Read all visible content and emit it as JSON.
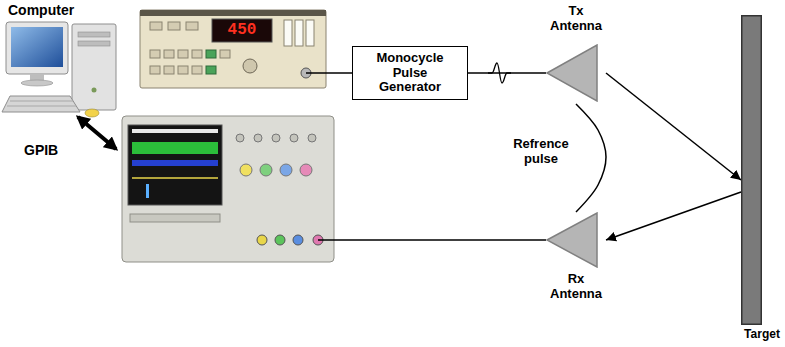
{
  "diagram": {
    "nodes": [
      {
        "text": [
          "Computer"
        ]
      },
      {
        "text": [
          "Monocycle Pulse Generator"
        ]
      },
      {
        "text": [
          "Tx Antenna"
        ]
      },
      {
        "text": [
          "Target"
        ]
      },
      {
        "text": [
          "Rx Antenna"
        ]
      }
    ],
    "edges": [
      {
        "from": 1,
        "to": 2,
        "arrow": "none"
      },
      {
        "from": 2,
        "to": 3,
        "arrow": "to"
      },
      {
        "from": 3,
        "to": 4,
        "arrow": "to"
      },
      {
        "from": 2,
        "to": 4,
        "arrow": "none",
        "label": "Refrence pulse"
      }
    ],
    "labels": [
      "450",
      "GPIB"
    ]
  }
}
